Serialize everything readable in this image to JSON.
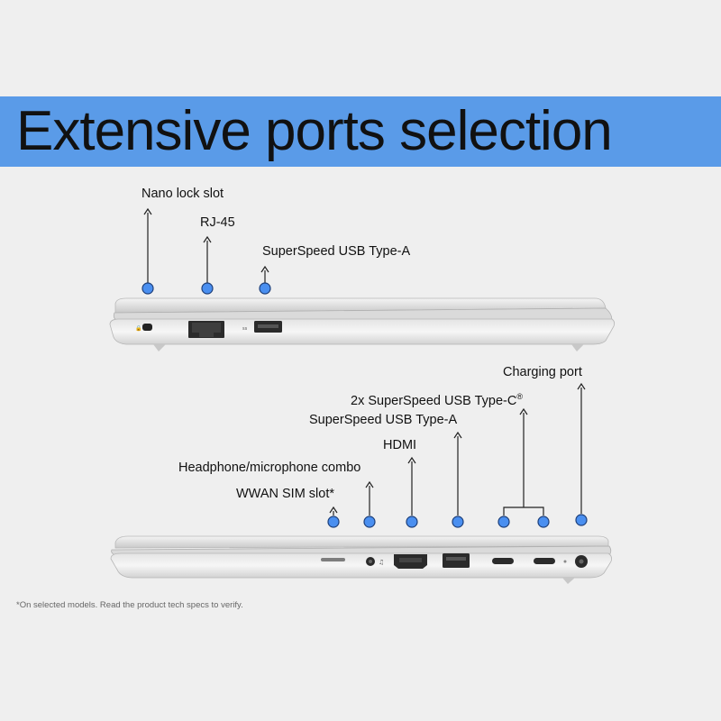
{
  "title": "Extensive ports selection",
  "top_view": {
    "labels": {
      "nano_lock": "Nano lock slot",
      "rj45": "RJ-45",
      "usb_a": "SuperSpeed USB Type-A"
    }
  },
  "bottom_view": {
    "labels": {
      "charging": "Charging port",
      "usb_c": "2x SuperSpeed USB Type-C",
      "usb_c_mark": "®",
      "usb_a": "SuperSpeed USB Type-A",
      "hdmi": "HDMI",
      "headphone": "Headphone/microphone combo",
      "wwan": "WWAN SIM slot*"
    }
  },
  "footnote": "*On selected models. Read the product tech specs to verify.",
  "colors": {
    "banner": "#5a9be8",
    "dot": "#4a8ff0",
    "background": "#efefef"
  }
}
